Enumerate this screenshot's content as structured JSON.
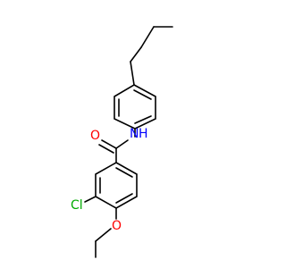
{
  "molecule": {
    "atoms": {
      "O": {
        "text": "O",
        "color": "#ff0000"
      },
      "NH": {
        "text": "N",
        "h_text": "H",
        "color": "#0000ff"
      },
      "Cl": {
        "text": "Cl",
        "color": "#00aa00"
      },
      "O_ether": {
        "text": "O",
        "color": "#ff0000"
      }
    }
  }
}
